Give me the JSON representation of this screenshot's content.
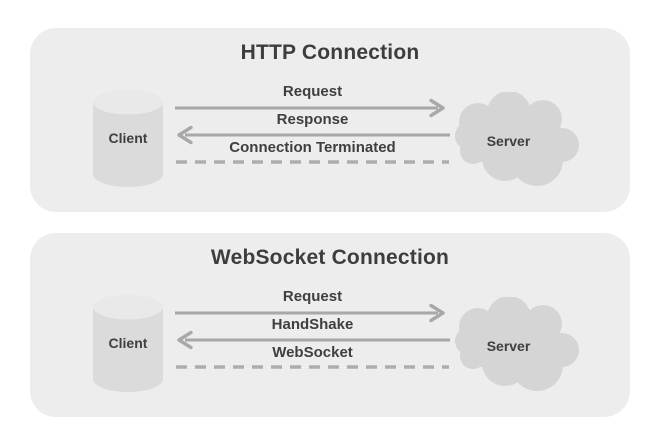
{
  "diagram": {
    "panels": [
      {
        "title": "HTTP Connection",
        "client_label": "Client",
        "server_label": "Server",
        "messages": [
          {
            "label": "Request",
            "direction": "client-to-server",
            "style": "solid-arrow"
          },
          {
            "label": "Response",
            "direction": "server-to-client",
            "style": "solid-arrow"
          },
          {
            "label": "Connection Terminated",
            "direction": "none",
            "style": "dashed-line"
          }
        ]
      },
      {
        "title": "WebSocket Connection",
        "client_label": "Client",
        "server_label": "Server",
        "messages": [
          {
            "label": "Request",
            "direction": "client-to-server",
            "style": "solid-arrow"
          },
          {
            "label": "HandShake",
            "direction": "server-to-client",
            "style": "solid-arrow"
          },
          {
            "label": "WebSocket",
            "direction": "none",
            "style": "dashed-line"
          }
        ]
      }
    ],
    "colors": {
      "page_background": "#ffffff",
      "panel_background": "#ededed",
      "text": "#3f3f3f",
      "arrow": "#a8a8a8",
      "cylinder_body": "#dbdbdb",
      "cylinder_top": "#e9e9e9",
      "cloud_fill": "#d5d5d5"
    }
  }
}
